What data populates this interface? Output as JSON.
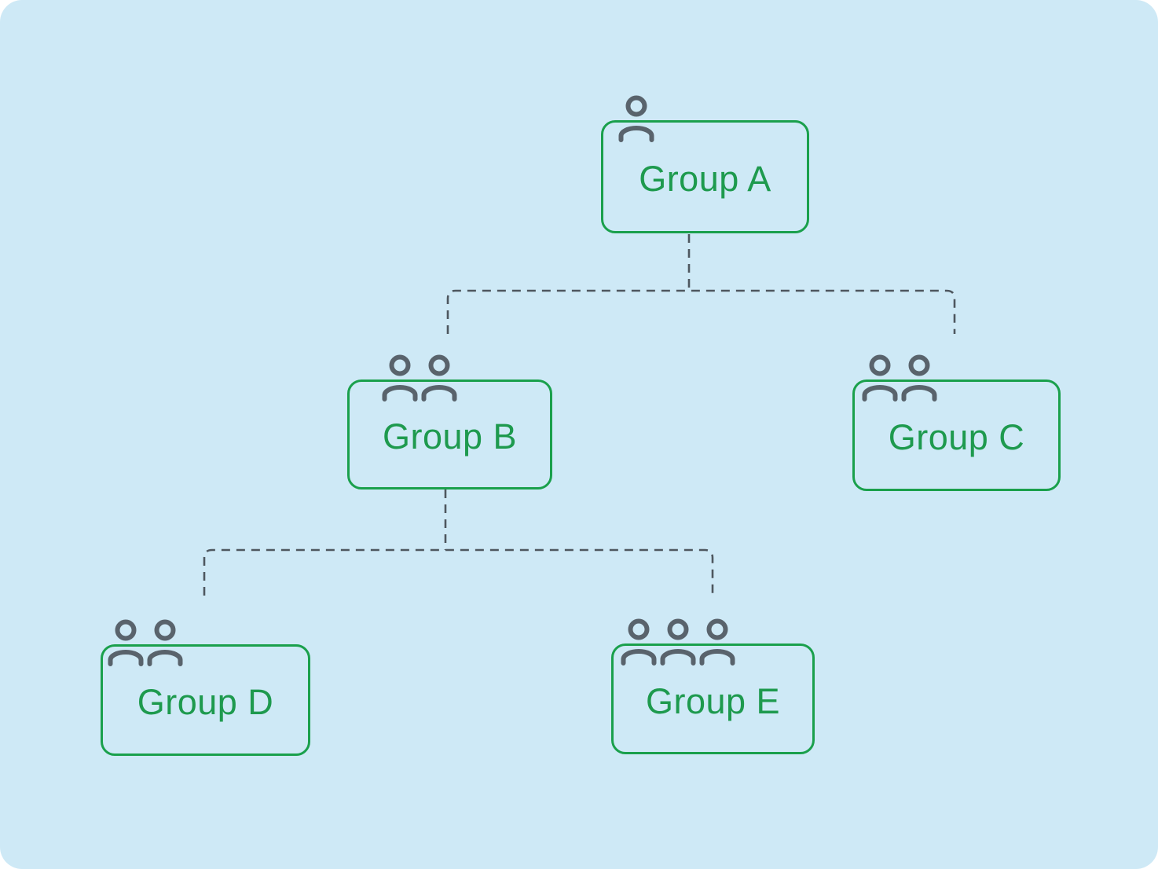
{
  "diagram": {
    "type": "org-chart",
    "nodes": [
      {
        "id": "group-a",
        "label": "Group A",
        "members": 1
      },
      {
        "id": "group-b",
        "label": "Group B",
        "members": 2
      },
      {
        "id": "group-c",
        "label": "Group C",
        "members": 2
      },
      {
        "id": "group-d",
        "label": "Group D",
        "members": 2
      },
      {
        "id": "group-e",
        "label": "Group E",
        "members": 3
      }
    ],
    "edges": [
      {
        "from": "group-a",
        "to": "group-b"
      },
      {
        "from": "group-a",
        "to": "group-c"
      },
      {
        "from": "group-b",
        "to": "group-d"
      },
      {
        "from": "group-b",
        "to": "group-e"
      }
    ],
    "colors": {
      "background": "#cee9f6",
      "node_border": "#1aa04c",
      "node_text": "#1e9a4e",
      "person_icon": "#59636c",
      "connector": "#4e575f"
    }
  }
}
